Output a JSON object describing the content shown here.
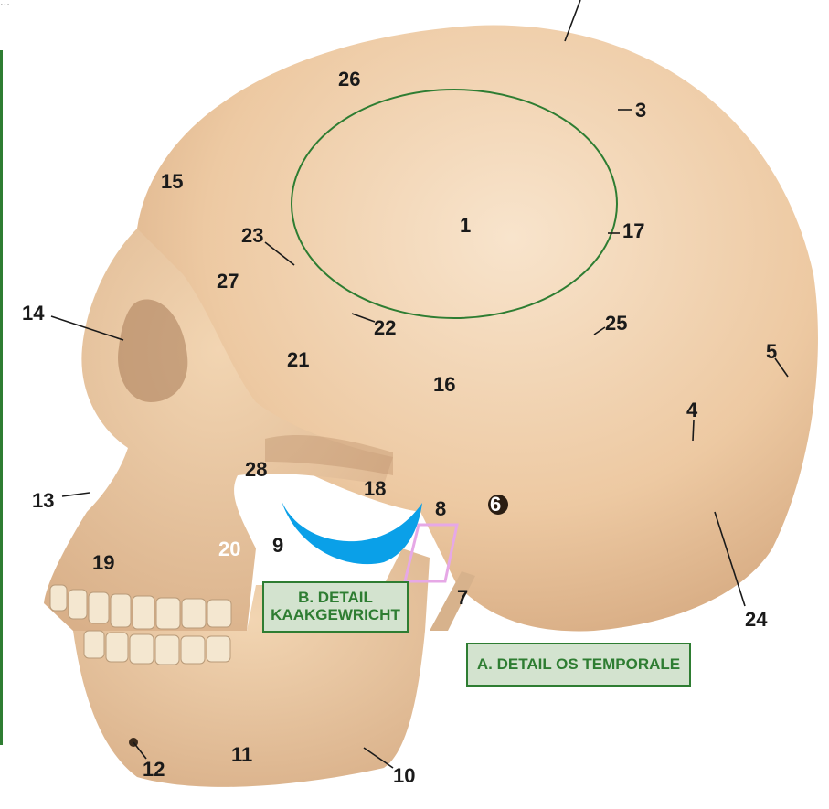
{
  "header": {
    "caption": "..."
  },
  "labels": {
    "l1": "1",
    "l3": "3",
    "l4": "4",
    "l5": "5",
    "l6": "6",
    "l7": "7",
    "l8": "8",
    "l9": "9",
    "l10": "10",
    "l11": "11",
    "l12": "12",
    "l13": "13",
    "l14": "14",
    "l15": "15",
    "l16": "16",
    "l17": "17",
    "l18": "18",
    "l19": "19",
    "l20": "20",
    "l21": "21",
    "l22": "22",
    "l23": "23",
    "l24": "24",
    "l25": "25",
    "l26": "26",
    "l27": "27",
    "l28": "28"
  },
  "boxes": {
    "detail_b_line1": "B. DETAIL",
    "detail_b_line2": "KAAKGEWRICHT",
    "detail_a": "A. DETAIL OS TEMPORALE"
  },
  "colors": {
    "bone": "#ecc9a3",
    "bone_shadow": "#c9a07a",
    "ellipse": "#2e7d32",
    "crescent": "#0aa0e8",
    "rect": "#e6a8e6",
    "box_fill": "#d3e3cf",
    "box_border": "#2e7d32"
  }
}
